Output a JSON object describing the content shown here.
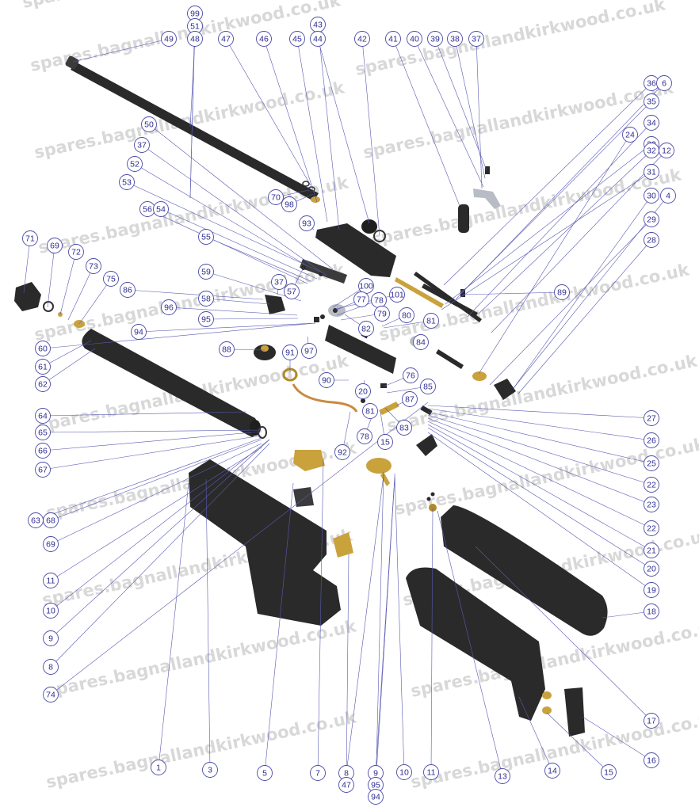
{
  "watermark": "spares.bagnallandkirkwood.co.uk",
  "callouts": [
    "99",
    "51",
    "48",
    "49",
    "47",
    "46",
    "45",
    "43",
    "44",
    "42",
    "41",
    "40",
    "39",
    "38",
    "37",
    "36",
    "35",
    "6",
    "34",
    "33",
    "24",
    "32",
    "12",
    "31",
    "30",
    "4",
    "29",
    "28",
    "50",
    "37",
    "52",
    "53",
    "56",
    "54",
    "55",
    "59",
    "57",
    "100",
    "101",
    "77",
    "78",
    "79",
    "80",
    "81",
    "84",
    "89",
    "71",
    "69",
    "72",
    "73",
    "75",
    "86",
    "58",
    "96",
    "95",
    "94",
    "60",
    "61",
    "62",
    "88",
    "91",
    "97",
    "82",
    "90",
    "20",
    "76",
    "85",
    "87",
    "81",
    "78",
    "83",
    "15",
    "92",
    "64",
    "65",
    "66",
    "67",
    "63",
    "68",
    "69",
    "11",
    "10",
    "9",
    "8",
    "74",
    "27",
    "26",
    "25",
    "22",
    "23",
    "22",
    "21",
    "20",
    "19",
    "18",
    "17",
    "16",
    "15",
    "14",
    "13",
    "11",
    "10",
    "9",
    "95",
    "94",
    "8",
    "47",
    "7",
    "5",
    "3",
    "1",
    "37",
    "93",
    "70",
    "98"
  ]
}
